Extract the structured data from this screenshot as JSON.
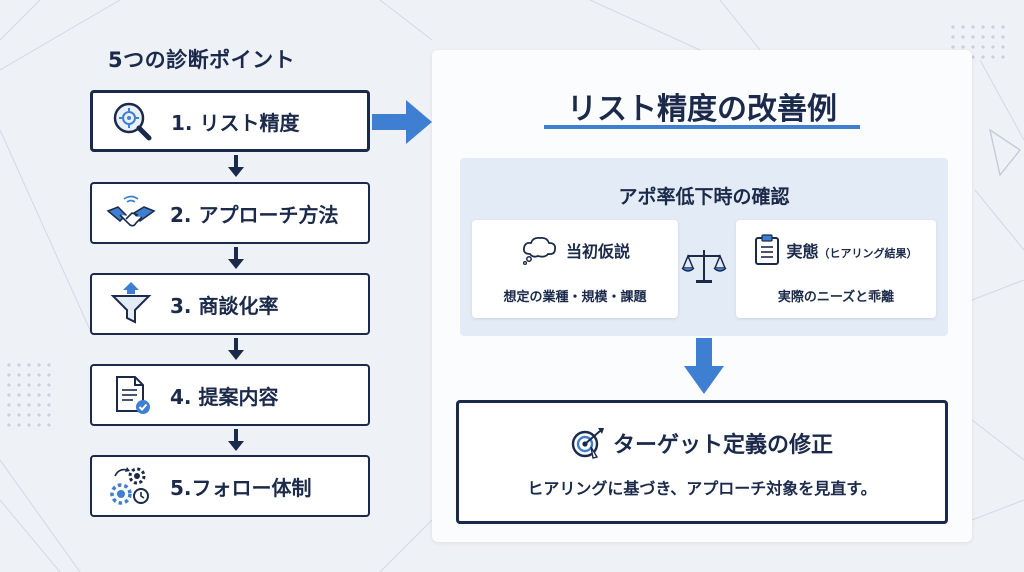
{
  "left": {
    "title": "5つの診断ポイント",
    "steps": [
      {
        "label": "1. リスト精度",
        "icon": "search-target-icon"
      },
      {
        "label": "2. アプローチ方法",
        "icon": "handshake-icon"
      },
      {
        "label": "3. 商談化率",
        "icon": "funnel-icon"
      },
      {
        "label": "4. 提案内容",
        "icon": "document-check-icon"
      },
      {
        "label": "5.フォロー体制",
        "icon": "gears-clock-icon"
      }
    ]
  },
  "right": {
    "title": "リスト精度の改善例",
    "check": {
      "title": "アポ率低下時の確認",
      "hypothesis": {
        "title": "当初仮説",
        "desc": "想定の業種・規模・課題"
      },
      "actual": {
        "title": "実態",
        "title_note": "（ヒアリング結果）",
        "desc": "実際のニーズと乖離"
      }
    },
    "result": {
      "title": "ターゲット定義の修正",
      "desc": "ヒアリングに基づき、アプローチ対象を見直す。"
    }
  },
  "colors": {
    "navy": "#1b2a4a",
    "accent": "#3e7fd1",
    "panel": "#e3ebf6"
  }
}
